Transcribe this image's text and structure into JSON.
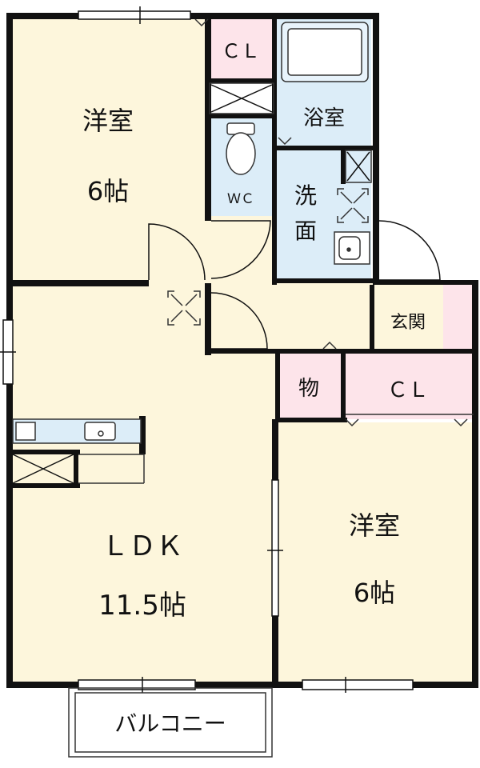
{
  "floorplan": {
    "rooms": {
      "western_room_top": {
        "name": "洋室",
        "size": "6帖"
      },
      "closet_top": {
        "name": "ＣＬ"
      },
      "bathroom": {
        "name": "浴室"
      },
      "toilet": {
        "name": "ＷＣ"
      },
      "washroom": {
        "name_top": "洗",
        "name_bottom": "面"
      },
      "entrance": {
        "name": "玄関"
      },
      "storage": {
        "name": "物"
      },
      "closet_right": {
        "name": "ＣＬ"
      },
      "ldk": {
        "name": "ＬＤＫ",
        "size": "11.5帖"
      },
      "western_room_bottom": {
        "name": "洋室",
        "size": "6帖"
      },
      "balcony": {
        "name": "バルコニー"
      }
    },
    "colors": {
      "western_room": "#fdf6dc",
      "closet": "#fde4ea",
      "wet_area": "#dcedf8",
      "wall": "#111111",
      "background": "#ffffff"
    },
    "icons": [
      "storage-shelf-icon",
      "toilet-icon",
      "bathtub-icon",
      "sink-icon",
      "washer-pan-icon",
      "kitchen-counter-icon"
    ]
  }
}
